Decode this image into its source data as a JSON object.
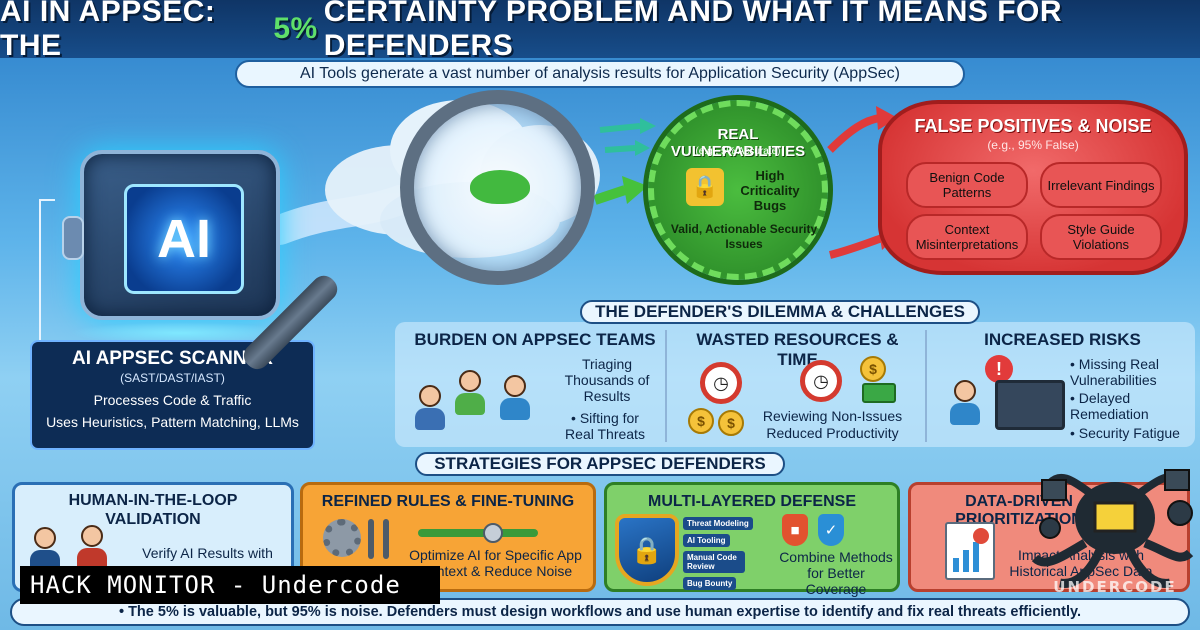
{
  "header": {
    "title_prefix": "AI IN APPSEC: THE",
    "title_accent": "5%",
    "title_suffix": "CERTAINTY PROBLEM AND WHAT IT MEANS FOR DEFENDERS",
    "subtitle": "AI Tools generate a vast number of analysis results for Application Security (AppSec)"
  },
  "scanner": {
    "chip_label": "AI",
    "title": "AI APPSEC SCANNER",
    "subtitle": "(SAST/DAST/IAST)",
    "line1": "Processes Code & Traffic",
    "line2": "Uses Heuristics, Pattern Matching, LLMs"
  },
  "real_vulns": {
    "title": "REAL VULNERABILITIES",
    "accuracy": "(e.g., 5% Accurate)",
    "high": "High Criticality Bugs",
    "valid": "Valid, Actionable Security Issues"
  },
  "false_positives": {
    "title": "FALSE POSITIVES & NOISE",
    "subtitle": "(e.g., 95% False)",
    "items": [
      "Benign Code Patterns",
      "Irrelevant Findings",
      "Context Misinterpretations",
      "Style Guide Violations"
    ]
  },
  "dilemma": {
    "label": "THE DEFENDER'S DILEMMA & CHALLENGES",
    "col1_title": "BURDEN ON APPSEC TEAMS",
    "col1_text1": "Triaging Thousands of Results",
    "col1_text2": "• Sifting for Real Threats",
    "col2_title": "WASTED RESOURCES & TIME",
    "col2_text1": "Reviewing Non-Issues",
    "col2_text2": "Reduced Productivity",
    "col3_title": "INCREASED RISKS",
    "col3_items": [
      "• Missing Real Vulnerabilities",
      "• Delayed Remediation",
      "• Security Fatigue"
    ]
  },
  "strategies": {
    "label": "STRATEGIES FOR APPSEC DEFENDERS",
    "s1_title": "HUMAN-IN-THE-LOOP VALIDATION",
    "s1_text": "Verify AI Results with",
    "s2_title": "REFINED RULES & FINE-TUNING",
    "s2_text": "Optimize AI for Specific App Context & Reduce Noise",
    "s3_title": "MULTI-LAYERED DEFENSE",
    "s3_layers": [
      "Threat Modeling",
      "AI Tooling",
      "Manual Code Review",
      "Bug Bounty"
    ],
    "s3_text": "Combine Methods for Better Coverage",
    "s4_title": "DATA-DRIVEN PRIORITIZATION",
    "s4_text": "Impact Analysis with Historical AppSec Data"
  },
  "footer": {
    "text": "• The 5% is valuable, but 95% is noise. Defenders must design workflows and use human expertise to identify and fix real threats efficiently."
  },
  "watermark": {
    "banner": "HACK MONITOR - Undercode",
    "logo": "UNDERCODE"
  },
  "colors": {
    "title_accent": "#5fe06a",
    "real_green": "#2e8f2a",
    "noise_red": "#d63434",
    "navy": "#0d2c55"
  }
}
